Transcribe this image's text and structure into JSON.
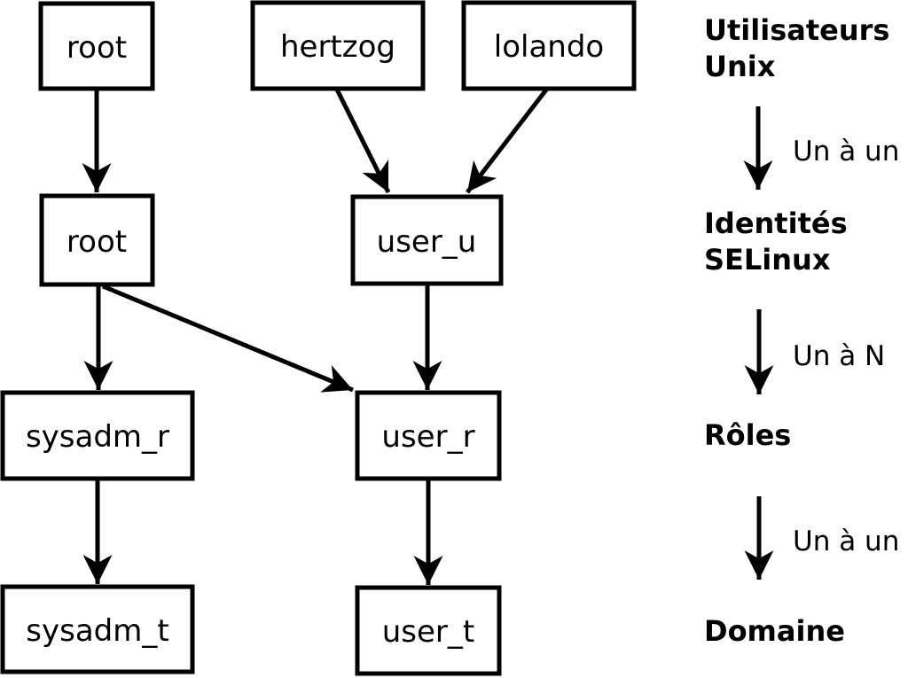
{
  "colors": {
    "stroke": "#000000",
    "background": "#ffffff"
  },
  "nodes": {
    "unix_root": "root",
    "unix_hertzog": "hertzog",
    "unix_lolando": "lolando",
    "identity_root": "root",
    "identity_user_u": "user_u",
    "role_sysadm_r": "sysadm_r",
    "role_user_r": "user_r",
    "domain_sysadm_t": "sysadm_t",
    "domain_user_t": "user_t"
  },
  "legend": {
    "unix_users_line1": "Utilisateurs",
    "unix_users_line2": "Unix",
    "arrow_unix_to_identity_label": "Un à un",
    "identities_line1": "Identités",
    "identities_line2": "SELinux",
    "arrow_identity_to_role_label": "Un à N",
    "roles": "Rôles",
    "arrow_role_to_domain_label": "Un à un",
    "domain": "Domaine"
  }
}
